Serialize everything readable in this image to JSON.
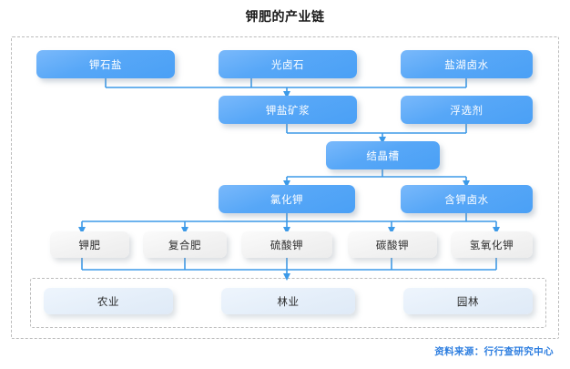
{
  "title": "钾肥的产业链",
  "source": "资料来源：行行查研究中心",
  "colors": {
    "node_blue": "#4aa0f6",
    "node_grey": "#f2f2f2",
    "node_pale_blue": "#e4eef9",
    "connector": "#3d9ae8",
    "dashed_border": "#bcbcbc",
    "source_text": "#2f7fe0",
    "title_text": "#1a1a1a"
  },
  "chart_data": {
    "type": "diagram",
    "title": "钾肥的产业链",
    "rows": [
      {
        "name": "raw-materials",
        "style": "blue",
        "nodes": [
          {
            "id": "n1",
            "label": "钾石盐"
          },
          {
            "id": "n2",
            "label": "光卤石"
          },
          {
            "id": "n3",
            "label": "盐湖卤水"
          }
        ]
      },
      {
        "name": "processing-inputs",
        "style": "blue",
        "nodes": [
          {
            "id": "n4",
            "label": "钾盐矿浆"
          },
          {
            "id": "n5",
            "label": "浮选剂"
          }
        ]
      },
      {
        "name": "crystallizer",
        "style": "blue",
        "nodes": [
          {
            "id": "n6",
            "label": "结晶槽"
          }
        ]
      },
      {
        "name": "intermediate-products",
        "style": "blue",
        "nodes": [
          {
            "id": "n7",
            "label": "氯化钾"
          },
          {
            "id": "n8",
            "label": "含钾卤水"
          }
        ]
      },
      {
        "name": "fertilizer-products",
        "style": "grey",
        "nodes": [
          {
            "id": "n9",
            "label": "钾肥"
          },
          {
            "id": "n10",
            "label": "复合肥"
          },
          {
            "id": "n11",
            "label": "硫酸钾"
          },
          {
            "id": "n12",
            "label": "碳酸钾"
          },
          {
            "id": "n13",
            "label": "氢氧化钾"
          }
        ]
      },
      {
        "name": "downstream-applications",
        "style": "pale",
        "nodes": [
          {
            "id": "n14",
            "label": "农业"
          },
          {
            "id": "n15",
            "label": "林业"
          },
          {
            "id": "n16",
            "label": "园林"
          }
        ]
      }
    ],
    "edges": [
      {
        "from": [
          "n1",
          "n2",
          "n3"
        ],
        "to": [
          "n4"
        ]
      },
      {
        "from": [
          "n4",
          "n5"
        ],
        "to": [
          "n6"
        ]
      },
      {
        "from": [
          "n6"
        ],
        "to": [
          "n7",
          "n8"
        ]
      },
      {
        "from": [
          "n7",
          "n8"
        ],
        "to": [
          "n9",
          "n10",
          "n11",
          "n12",
          "n13"
        ]
      },
      {
        "from": [
          "n9",
          "n10",
          "n11",
          "n12",
          "n13"
        ],
        "to": [
          "n14",
          "n15",
          "n16"
        ]
      }
    ]
  }
}
